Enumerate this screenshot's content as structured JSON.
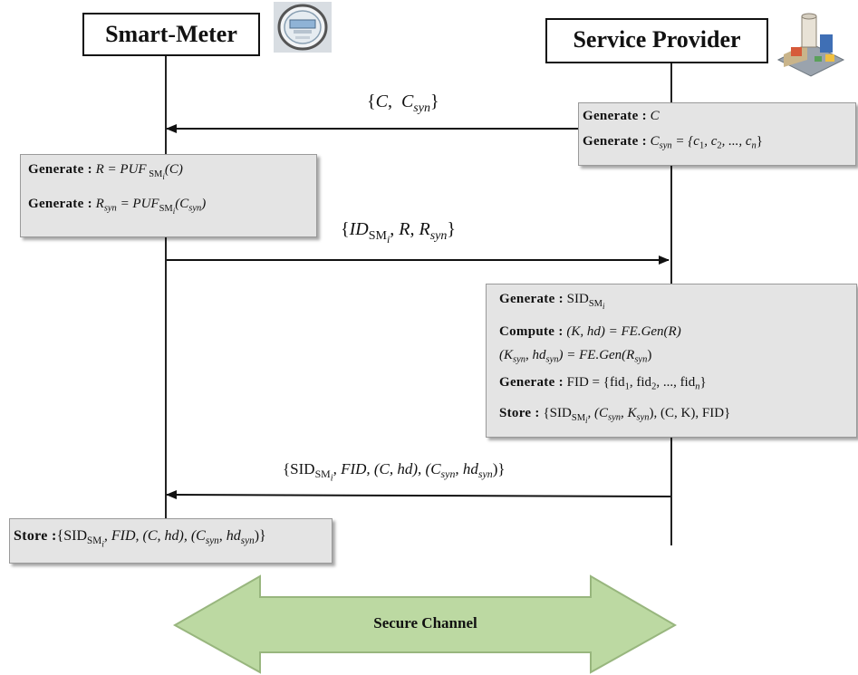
{
  "entities": {
    "left": "Smart-Meter",
    "right": "Service Provider"
  },
  "messages": {
    "m1": {
      "open": "{",
      "c": "C",
      "comma": ",",
      "csyn": "C",
      "syn": "syn",
      "close": "}"
    },
    "m2": {
      "open": "{",
      "id": "ID",
      "sm": "SM",
      "i": "i",
      "r": ", R, ",
      "rsyn": "R",
      "syn": "syn",
      "close": "}"
    },
    "m3": {
      "open": "{SID",
      "sm": "SM",
      "i": "i",
      "rest": ", FID, (C, hd), (C",
      "syn1": "syn",
      "mid": ", hd",
      "syn2": "syn",
      "close": ")}"
    }
  },
  "sp_box1": {
    "l1_kw": "Generate :",
    "l1_val": "C",
    "l2_kw": "Generate :",
    "l2_val": "C",
    "l2_sub": "syn",
    "l2_rest": " = {c",
    "l2_s1": "1",
    "l2_mid1": ", c",
    "l2_s2": "2",
    "l2_mid2": ", ..., c",
    "l2_sn": "n",
    "l2_close": "}"
  },
  "sm_box1": {
    "l1_kw": "Generate :",
    "l1_a": "R = PUF",
    "l1_sm": "SM",
    "l1_i": "i",
    "l1_b": "(C)",
    "l2_kw": "Generate :",
    "l2_a": "R",
    "l2_syn": "syn",
    "l2_b": " = PUF",
    "l2_sm": "SM",
    "l2_i": "i",
    "l2_c": "(C",
    "l2_syn2": "syn",
    "l2_d": ")"
  },
  "sp_box2": {
    "l1_kw": "Generate :",
    "l1_a": "SID",
    "l1_sm": "SM",
    "l1_i": "i",
    "l2_kw": "Compute :",
    "l2_a": "(K, hd) = FE.Gen(R)",
    "l3_a": "(K",
    "l3_syn": "syn",
    "l3_b": ", hd",
    "l3_syn2": "syn",
    "l3_c": ") = FE.Gen(R",
    "l3_syn3": "syn",
    "l3_d": ")",
    "l4_kw": "Generate :",
    "l4_a": "FID = {fid",
    "l4_s1": "1",
    "l4_b": ", fid",
    "l4_s2": "2",
    "l4_c": ", ..., fid",
    "l4_sn": "n",
    "l4_d": "}",
    "l5_kw": "Store :",
    "l5_a": "{SID",
    "l5_sm": "SM",
    "l5_i": "i",
    "l5_b": ", (C",
    "l5_syn": "syn",
    "l5_c": ", K",
    "l5_syn2": "syn",
    "l5_d": "), (C, K), FID}"
  },
  "sm_box2": {
    "kw": "Store :",
    "a": "{SID",
    "sm": "SM",
    "i": "i",
    "b": ", FID, (C, hd), (C",
    "syn": "syn",
    "c": ", hd",
    "syn2": "syn",
    "d": ")}"
  },
  "channel": {
    "label": "Secure Channel",
    "fill": "#bcd9a2",
    "stroke": "#98b67e"
  },
  "colors": {
    "box_bg": "#e4e4e4",
    "line": "#222222"
  },
  "icons": {
    "left": "smart-meter-icon",
    "right": "power-plant-icon"
  }
}
